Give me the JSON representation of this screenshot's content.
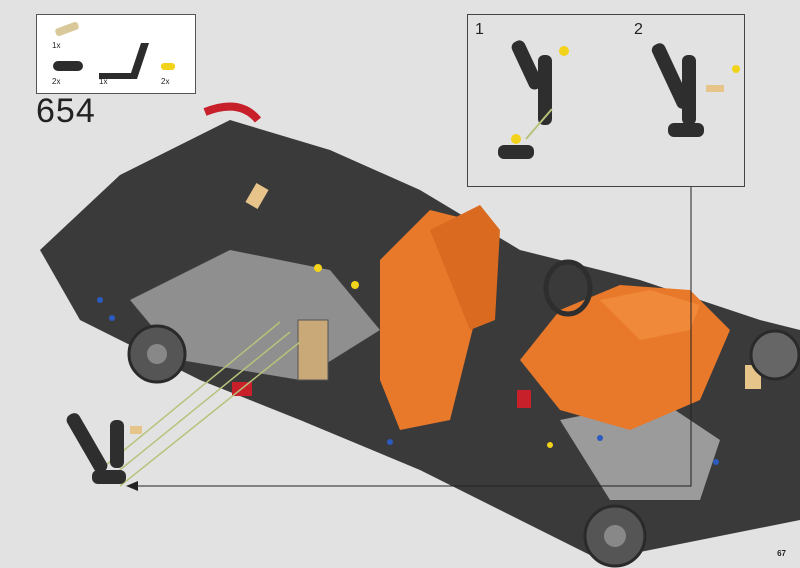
{
  "step": {
    "number": "654"
  },
  "parts_list": {
    "items": [
      {
        "name": "axle-pin",
        "quantity": "1x",
        "color": "#d9c89a"
      },
      {
        "name": "beam-2",
        "quantity": "2x",
        "color": "#2c2c2c"
      },
      {
        "name": "angled-beam",
        "quantity": "1x",
        "color": "#2c2c2c"
      },
      {
        "name": "pin-yellow",
        "quantity": "2x",
        "color": "#f2d21b"
      }
    ]
  },
  "callout": {
    "sub_steps": [
      {
        "label": "1"
      },
      {
        "label": "2"
      }
    ]
  },
  "page": {
    "number": "67"
  },
  "colors": {
    "background": "#e2e2e2",
    "orange": "#e8782a",
    "dark_grey": "#3a3a3a",
    "light_grey": "#9a9a9a",
    "red": "#c8202a",
    "tan": "#e6c48a",
    "yellow": "#f2d21b"
  }
}
